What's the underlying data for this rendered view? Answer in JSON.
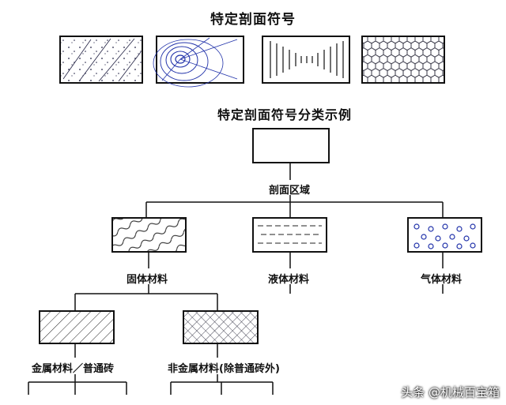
{
  "titles": {
    "main": "特定剖面符号",
    "sub": "特定剖面符号分类示例"
  },
  "nodes": {
    "root": "剖面区域",
    "solid": "固体材料",
    "liquid": "液体材料",
    "gas": "气体材料",
    "metal": "金属材料／普通砖",
    "nonmetal": "非金属材料(除普通砖外)"
  },
  "watermark": "头条 @机械百宝箱"
}
